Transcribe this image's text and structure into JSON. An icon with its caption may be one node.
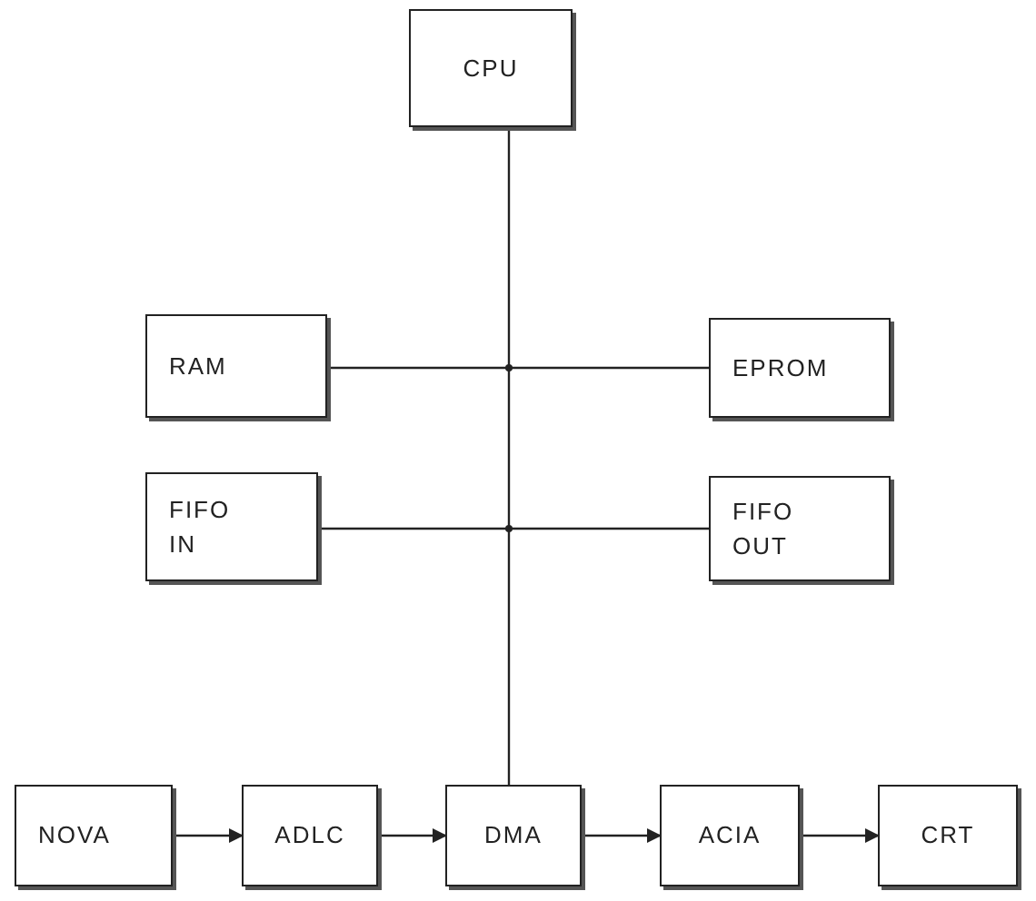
{
  "diagram": {
    "nodes": [
      {
        "text": [
          "CPU"
        ]
      },
      {
        "text": [
          "RAM"
        ]
      },
      {
        "text": [
          "EPROM"
        ]
      },
      {
        "text": [
          "FIFO IN"
        ]
      },
      {
        "text": [
          "FIFO OUT"
        ]
      },
      {
        "text": [
          "NOVA"
        ]
      },
      {
        "text": [
          "ADLC"
        ]
      },
      {
        "text": [
          "DMA"
        ]
      },
      {
        "text": [
          "ACIA"
        ]
      },
      {
        "text": [
          "CRT"
        ]
      }
    ],
    "edges": [
      {
        "from": 0,
        "to": 7,
        "arrow": "none"
      },
      {
        "from": 1,
        "to": 2,
        "arrow": "none"
      },
      {
        "from": 3,
        "to": 4,
        "arrow": "none"
      },
      {
        "from": 5,
        "to": 6,
        "arrow": "to"
      },
      {
        "from": 6,
        "to": 7,
        "arrow": "to"
      },
      {
        "from": 7,
        "to": 8,
        "arrow": "to"
      },
      {
        "from": 8,
        "to": 9,
        "arrow": "to"
      }
    ]
  }
}
